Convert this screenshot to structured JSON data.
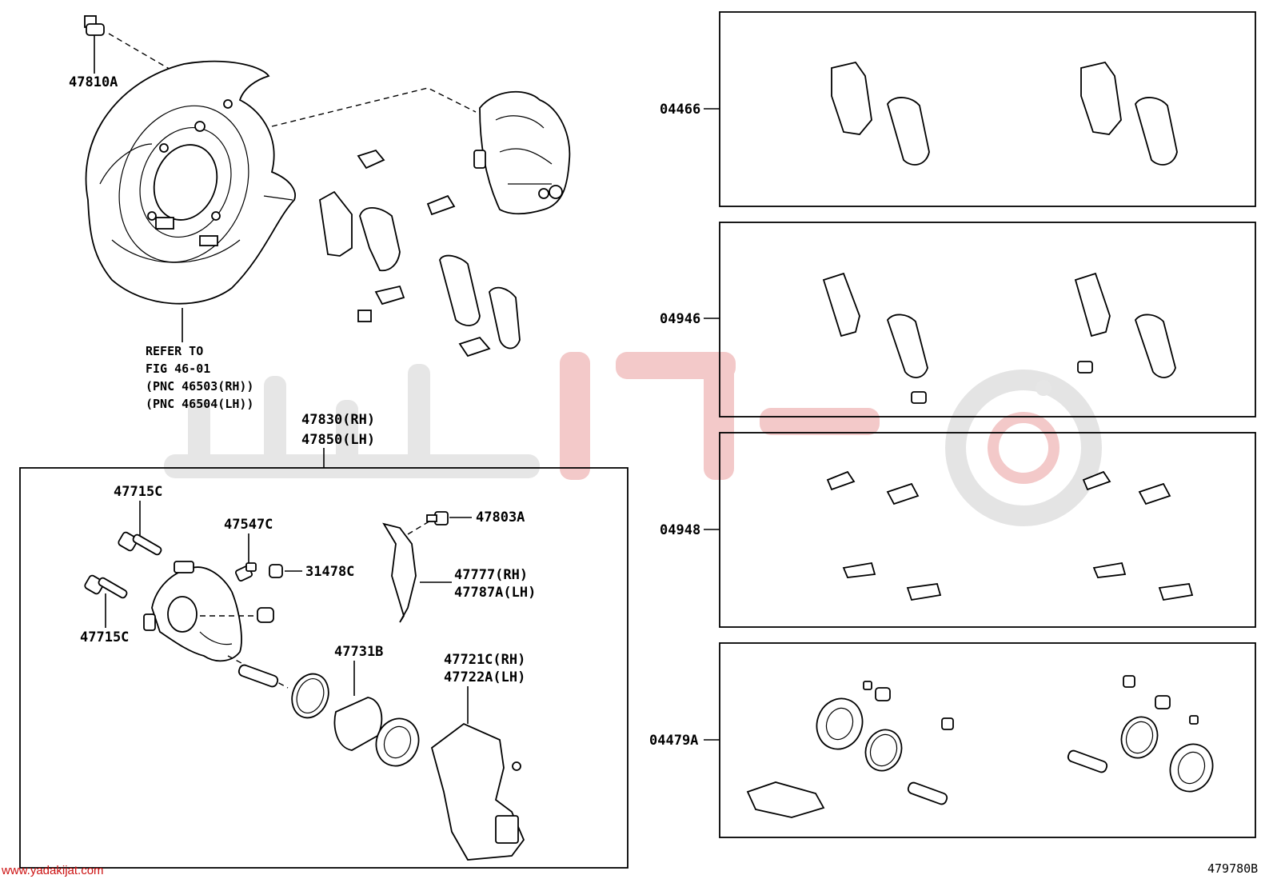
{
  "labels": {
    "p47810A": "47810A",
    "refer": [
      "REFER TO",
      "FIG 46-01",
      "(PNC 46503(RH))",
      "(PNC 46504(LH))"
    ],
    "caliper_rh": "47830(RH)",
    "caliper_lh": "47850(LH)",
    "p47715C_top": "47715C",
    "p47715C_bottom": "47715C",
    "p47547C": "47547C",
    "p31478C": "31478C",
    "p47803A": "47803A",
    "p47777": "47777(RH)",
    "p47787A": "47787A(LH)",
    "p47731B": "47731B",
    "p47721C": "47721C(RH)",
    "p47722A": "47722A(LH)",
    "k04466": "04466",
    "k04946": "04946",
    "k04948": "04948",
    "k04479A": "04479A"
  },
  "footer": {
    "website": "www.yadakijat.com",
    "figure_code": "479780B"
  }
}
